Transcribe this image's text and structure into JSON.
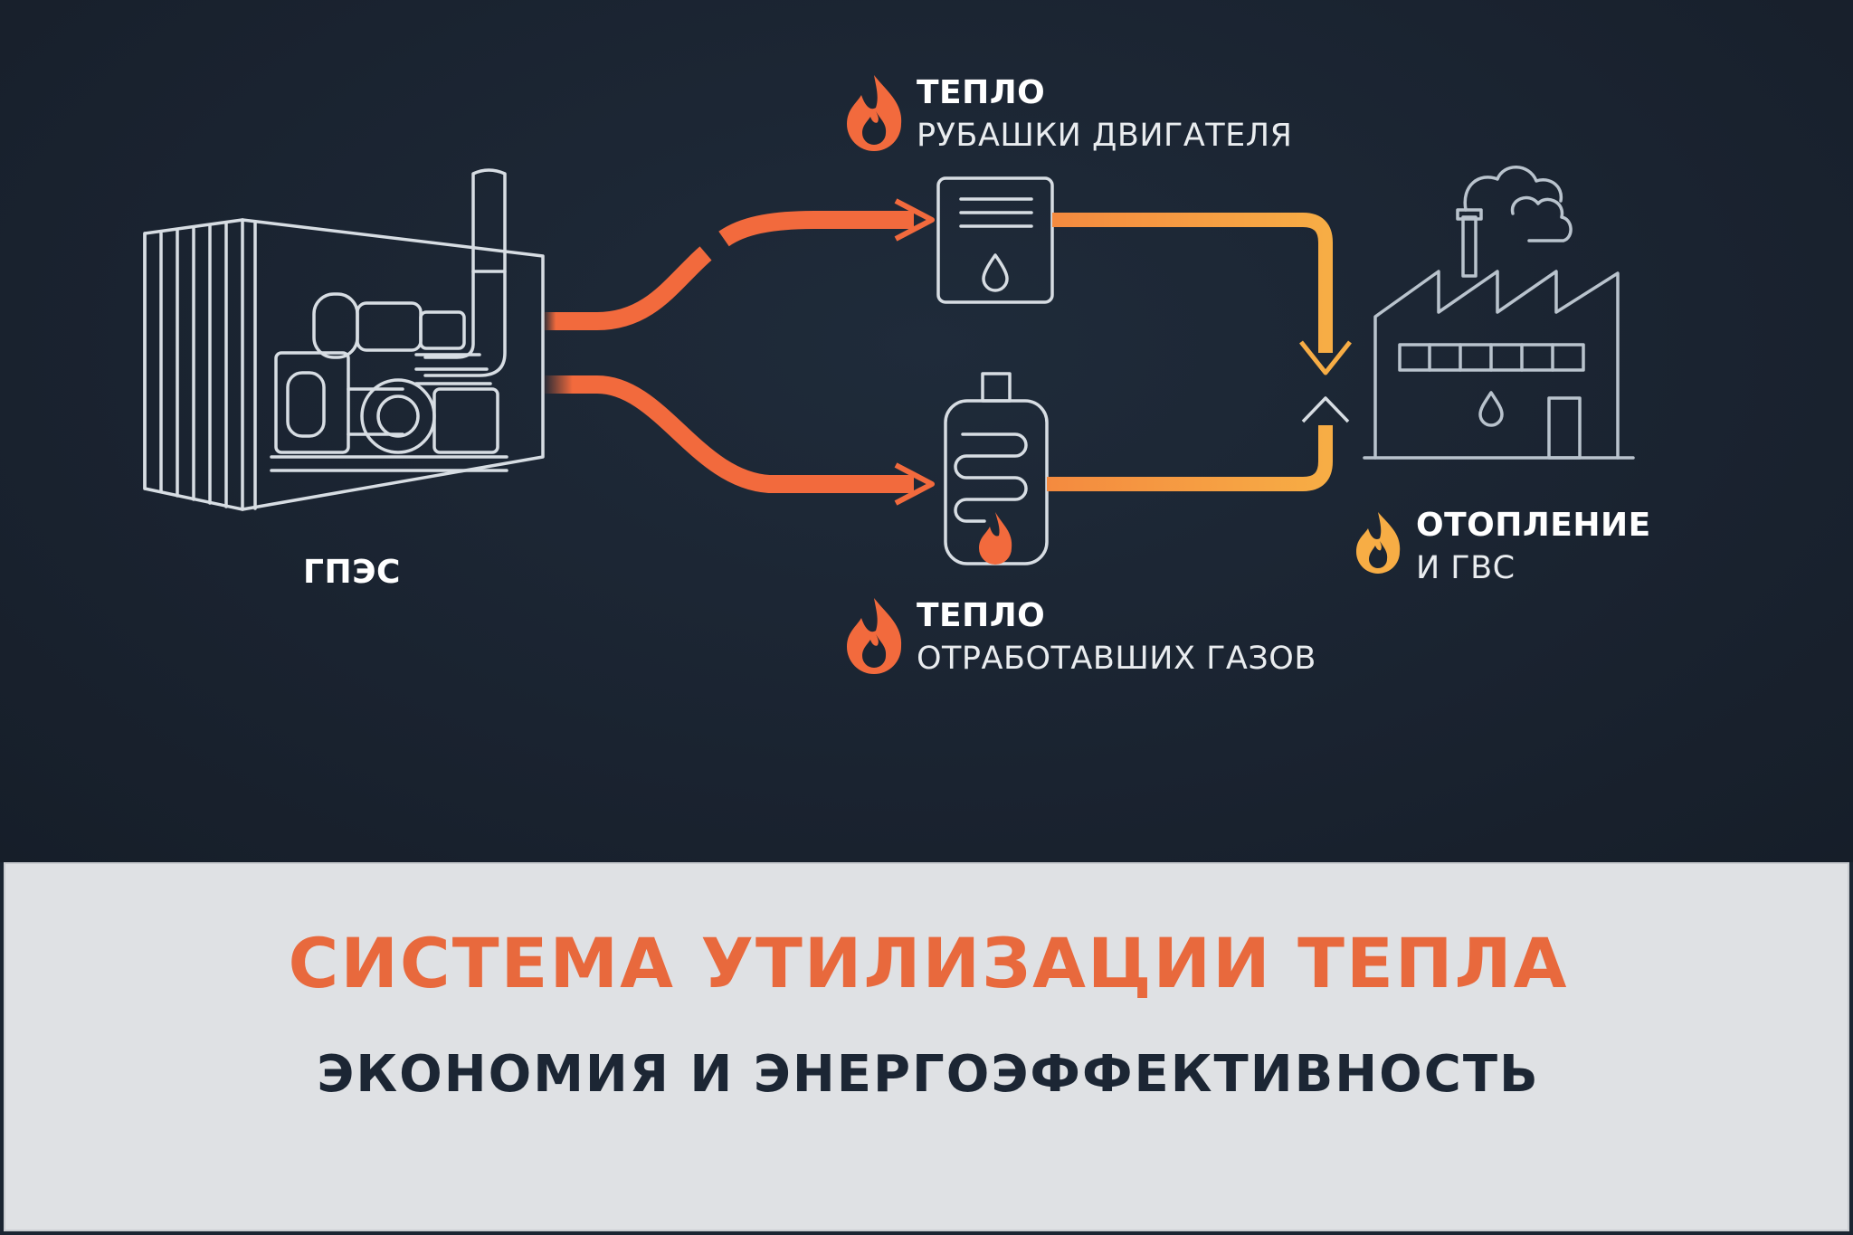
{
  "colors": {
    "background": "#1b2532",
    "arrow_hot": "#f26a3d",
    "arrow_warm": "#f7ad45",
    "line": "#d7dde3",
    "factory_line": "#b9c3cd",
    "title_orange": "#e8693d",
    "subtitle_dark": "#1c2634",
    "bottom_panel": "#dfe1e4"
  },
  "labels": {
    "generator": "ГПЭС",
    "jacket_heat_title": "ТЕПЛО",
    "jacket_heat_sub": "РУБАШКИ ДВИГАТЕЛЯ",
    "exhaust_heat_title": "ТЕПЛО",
    "exhaust_heat_sub": "ОТРАБОТАВШИХ ГАЗОВ",
    "heating_title": "ОТОПЛЕНИЕ",
    "heating_sub": "И ГВС"
  },
  "icons": {
    "generator": "genset-container-icon",
    "jacket_exchanger": "heat-exchanger-icon",
    "exhaust_boiler": "exhaust-boiler-icon",
    "consumer": "factory-icon",
    "heat": "flame-icon"
  },
  "footer": {
    "title": "СИСТЕМА УТИЛИЗАЦИИ ТЕПЛА",
    "subtitle": "ЭКОНОМИЯ И ЭНЕРГОЭФФЕКТИВНОСТЬ"
  }
}
